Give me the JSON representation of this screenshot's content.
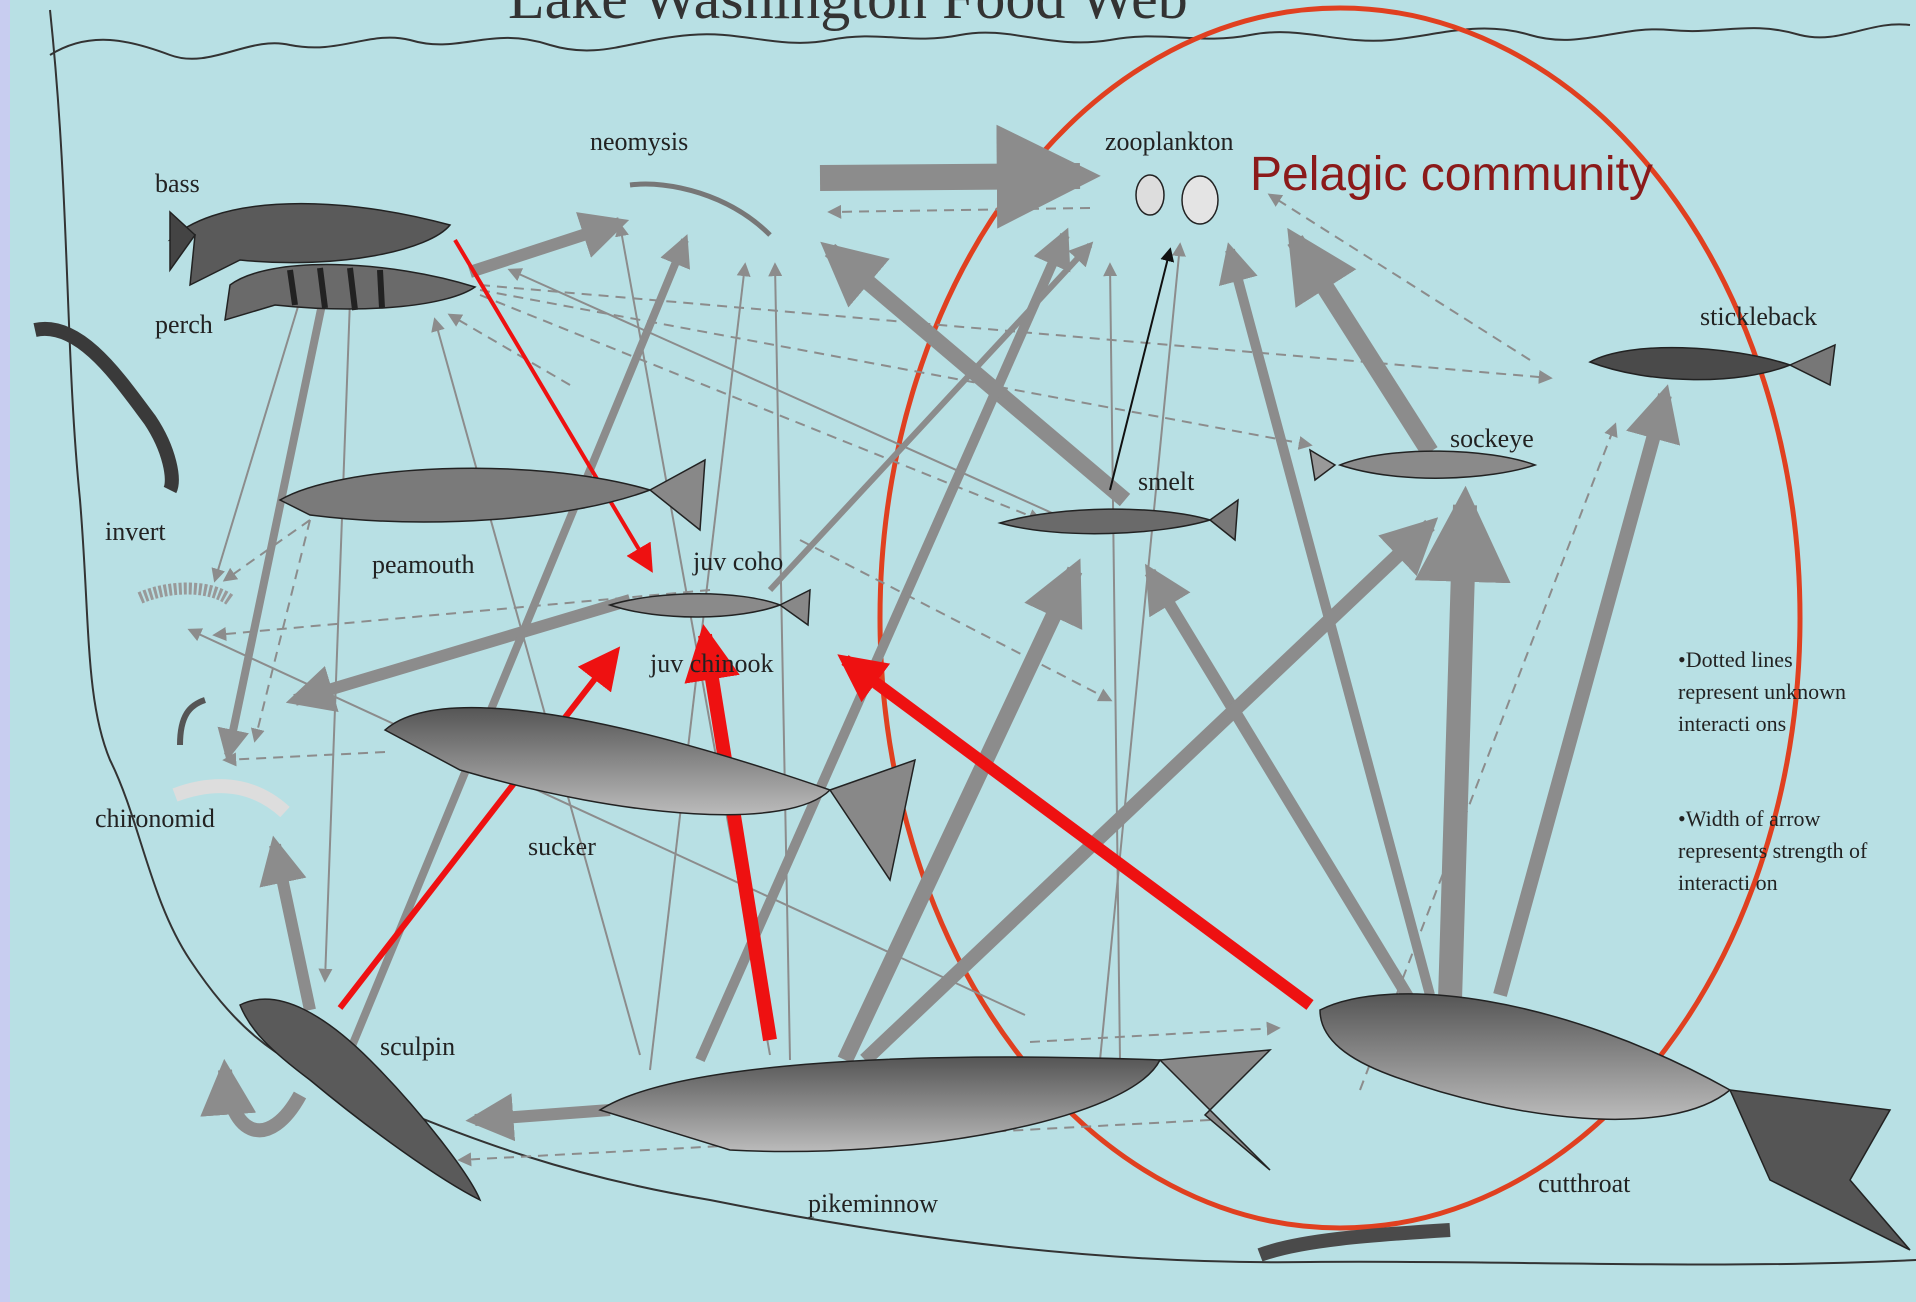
{
  "title": "Lake Washington Food Web",
  "pelagic_label": "Pelagic community",
  "colors": {
    "water": "#b8e0e4",
    "frame": "#c8cdf0",
    "arrow_gray": "#8c8c8c",
    "arrow_red": "#ee1111",
    "circle": "#e04020",
    "pelagic_text": "#8b1a1a"
  },
  "species": {
    "bass": "bass",
    "perch": "perch",
    "invert": "invert",
    "neomysis": "neomysis",
    "zooplankton": "zooplankton",
    "stickleback": "stickleback",
    "sockeye": "sockeye",
    "smelt": "smelt",
    "peamouth": "peamouth",
    "juv_coho": "juv  coho",
    "juv_chinook": "juv  chinook",
    "chironomid": "chironomid",
    "sucker": "sucker",
    "sculpin": "sculpin",
    "pikeminnow": "pikeminnow",
    "cutthroat": "cutthroat"
  },
  "legend": {
    "dotted": [
      "•Dotted lines",
      "represent unknown",
      "interacti ons"
    ],
    "width": [
      "•Width of arrow",
      "represents strength of",
      "interacti on"
    ]
  }
}
